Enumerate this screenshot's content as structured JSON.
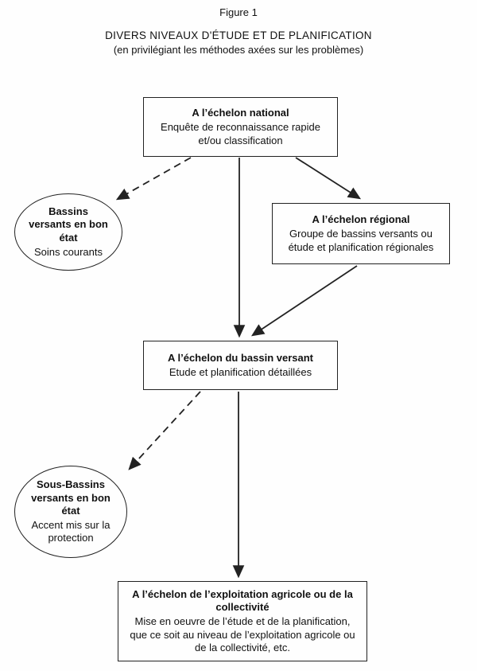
{
  "figure": {
    "label": "Figure 1",
    "title": "DIVERS NIVEAUX D'ÉTUDE ET DE PLANIFICATION",
    "subtitle": "(en privilégiant les méthodes axées sur les problèmes)"
  },
  "nodes": {
    "national": {
      "title": "A l’échelon national",
      "body": "Enquête de reconnaissance rapide et/ou classification"
    },
    "bassins": {
      "title": "Bassins versants en bon état",
      "body": "Soins courants"
    },
    "regional": {
      "title": "A l’échelon régional",
      "body": "Groupe de bassins versants ou étude et planification régionales"
    },
    "bassin_versant": {
      "title": "A l’échelon du bassin versant",
      "body": "Etude et planification détaillées"
    },
    "sous_bassins": {
      "title": "Sous-Bassins versants en bon état",
      "body": "Accent mis sur la protection"
    },
    "exploitation": {
      "title": "A l’échelon de l’exploitation agricole ou de la collectivité",
      "body": "Mise en oeuvre de l’étude et de la planification, que ce soit au niveau de l’exploitation agricole ou de la collectivité, etc."
    }
  },
  "connections": [
    {
      "from": "national",
      "to": "bassins",
      "style": "dashed"
    },
    {
      "from": "national",
      "to": "regional",
      "style": "solid"
    },
    {
      "from": "national",
      "to": "bassin_versant",
      "style": "solid"
    },
    {
      "from": "regional",
      "to": "bassin_versant",
      "style": "solid"
    },
    {
      "from": "bassin_versant",
      "to": "sous_bassins",
      "style": "dashed"
    },
    {
      "from": "bassin_versant",
      "to": "exploitation",
      "style": "solid"
    }
  ]
}
